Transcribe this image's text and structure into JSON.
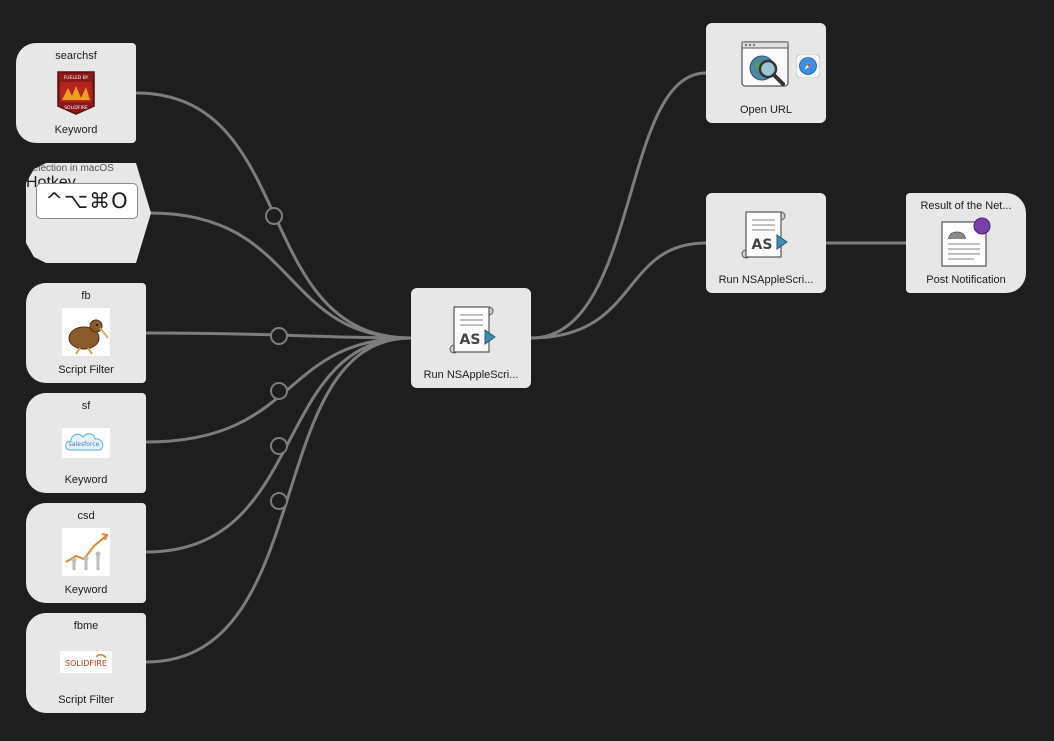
{
  "nodes": {
    "searchsf": {
      "title": "searchsf",
      "subtitle": "Keyword",
      "icon": "solidfire-badge-icon",
      "badge_text_top": "FUELED BY",
      "badge_text_bottom": "SOLIDFIRE"
    },
    "hotkey": {
      "title": "Selection in macOS",
      "keys": "^⌥⌘O",
      "subtitle": "Hotkey"
    },
    "fb": {
      "title": "fb",
      "subtitle": "Script Filter",
      "icon": "kiwi-bird-icon"
    },
    "sf": {
      "title": "sf",
      "subtitle": "Keyword",
      "icon": "salesforce-cloud-icon",
      "logo_text": "salesforce"
    },
    "csd": {
      "title": "csd",
      "subtitle": "Keyword",
      "icon": "growth-chart-icon"
    },
    "fbme": {
      "title": "fbme",
      "subtitle": "Script Filter",
      "icon": "solidfire-logo-icon",
      "logo_text": "SOLIDFIRE"
    },
    "run_main": {
      "subtitle": "Run NSAppleScri...",
      "icon": "applescript-icon",
      "icon_text": "AS"
    },
    "open_url": {
      "subtitle": "Open URL",
      "icon": "web-search-icon",
      "secondary_icon": "safari-compass-icon"
    },
    "run_second": {
      "subtitle": "Run NSAppleScri...",
      "icon": "applescript-icon",
      "icon_text": "AS"
    },
    "notify": {
      "title": "Result of the Net...",
      "subtitle": "Post Notification",
      "icon": "notification-icon"
    }
  },
  "colors": {
    "canvas": "#1e1e1e",
    "node": "#e7e7e7",
    "wire": "#7d7d7d",
    "notification_dot": "#7d3fa8"
  }
}
